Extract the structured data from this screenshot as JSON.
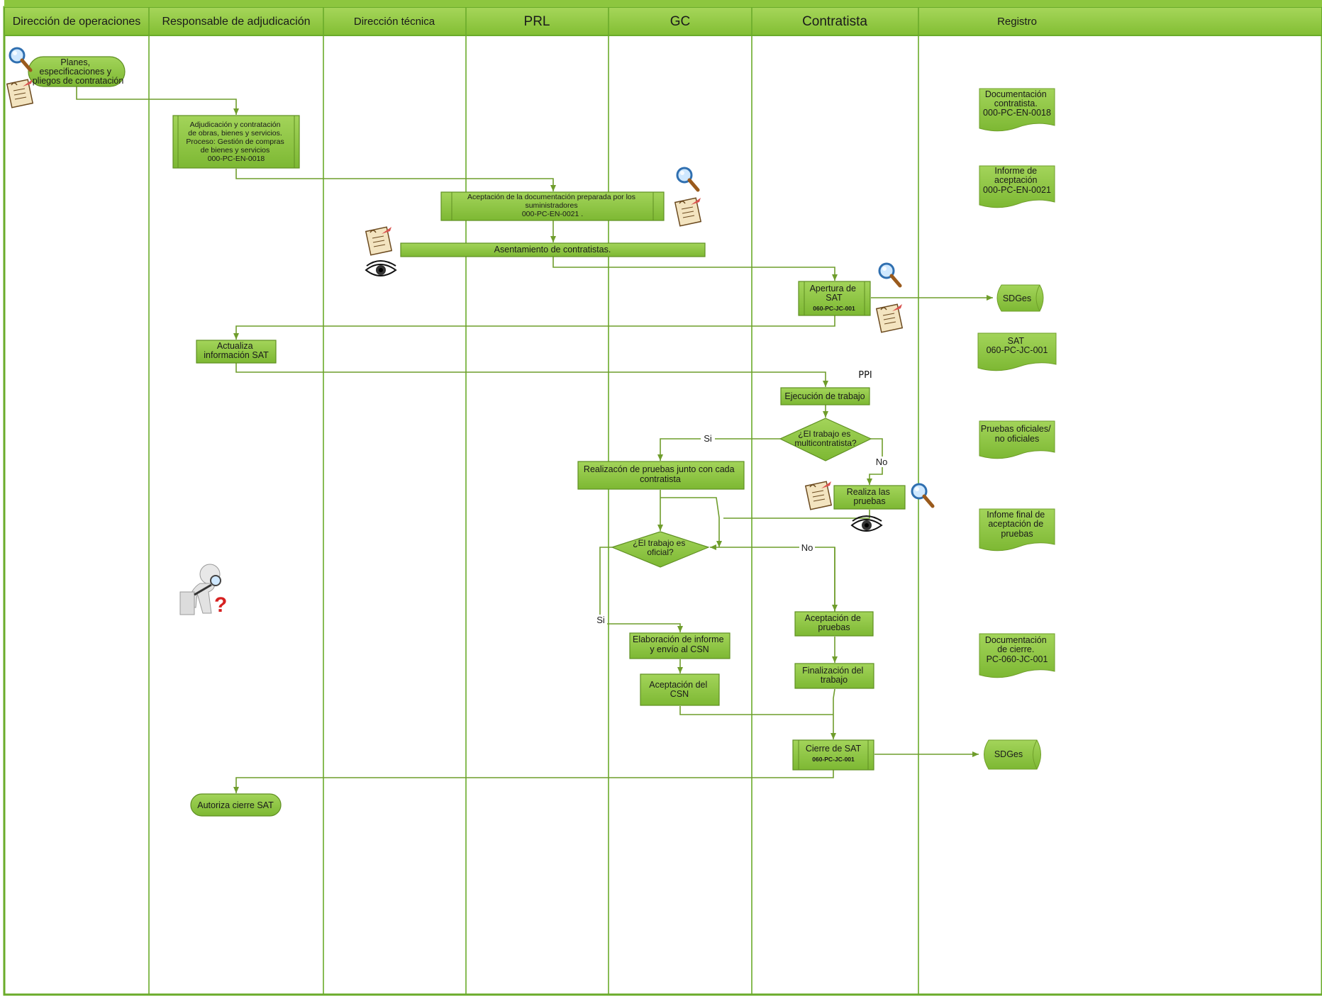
{
  "lanes": [
    {
      "label": "Dirección de operaciones"
    },
    {
      "label": "Responsable de adjudicación"
    },
    {
      "label": "Dirección técnica"
    },
    {
      "label": "PRL"
    },
    {
      "label": "GC"
    },
    {
      "label": "Contratista"
    },
    {
      "label": "Registro"
    }
  ],
  "nodes": {
    "planes": [
      "Planes,",
      "especificaciones y",
      "pliegos de contratación"
    ],
    "adjudicacion": [
      "Adjudicación y contratación",
      "de obras, bienes y servicios.",
      "Proceso: Gestión de compras",
      "de bienes y servicios",
      "000-PC-EN-0018"
    ],
    "aceptacion_doc": [
      "Aceptación de la documentación preparada por los",
      "suministradores",
      "000-PC-EN-0021 ."
    ],
    "asentamiento": [
      "Asentamiento de contratistas."
    ],
    "apertura": [
      "Apertura de",
      "SAT"
    ],
    "apertura_code": "060-PC-JC-001",
    "actualiza": [
      "Actualiza",
      "información SAT"
    ],
    "ppi": "PPI",
    "ejecucion": [
      "Ejecución  de trabajo"
    ],
    "multi": [
      "¿El trabajo es",
      "multicontratista?"
    ],
    "realizacion": [
      "Realizacón de pruebas junto con cada",
      "contratista"
    ],
    "realiza": [
      "Realiza las",
      "pruebas"
    ],
    "oficial": [
      "¿El trabajo es",
      "oficial?"
    ],
    "elaboracion": [
      "Elaboración de informe",
      "y envío al CSN"
    ],
    "aceptacion_csn": [
      "Aceptación del",
      "CSN"
    ],
    "aceptacion_pruebas": [
      "Aceptación de",
      "pruebas"
    ],
    "finalizacion": [
      "Finalización del",
      "trabajo"
    ],
    "cierre": [
      "Cierre de SAT"
    ],
    "cierre_code": "060-PC-JC-001",
    "autoriza": [
      "Autoriza cierre SAT"
    ]
  },
  "edge_labels": {
    "si1": "Si",
    "no1": "No",
    "no2": "No",
    "si2": "Si"
  },
  "registro": {
    "doc1": [
      "Documentación",
      "contratista.",
      "000-PC-EN-0018"
    ],
    "doc2": [
      "Informe de",
      "aceptación",
      "000-PC-EN-0021"
    ],
    "sdges1": "SDGes",
    "doc3": [
      "SAT",
      "060-PC-JC-001"
    ],
    "doc4": [
      "Pruebas oficiales/",
      "no oficiales"
    ],
    "doc5": [
      "Infome final de",
      "aceptación de",
      "pruebas"
    ],
    "doc6": [
      "Documentación",
      "de cierre.",
      "PC-060-JC-001"
    ],
    "sdges2": "SDGes"
  },
  "colors": {
    "lane_border": "#6aab2a",
    "header_fill": "#8dc63f",
    "box_fill": "#8cc63e",
    "arrow": "#6f9d2c"
  },
  "icons": [
    "magnifier-icon",
    "scroll-icon",
    "eye-icon",
    "question-person-icon"
  ]
}
